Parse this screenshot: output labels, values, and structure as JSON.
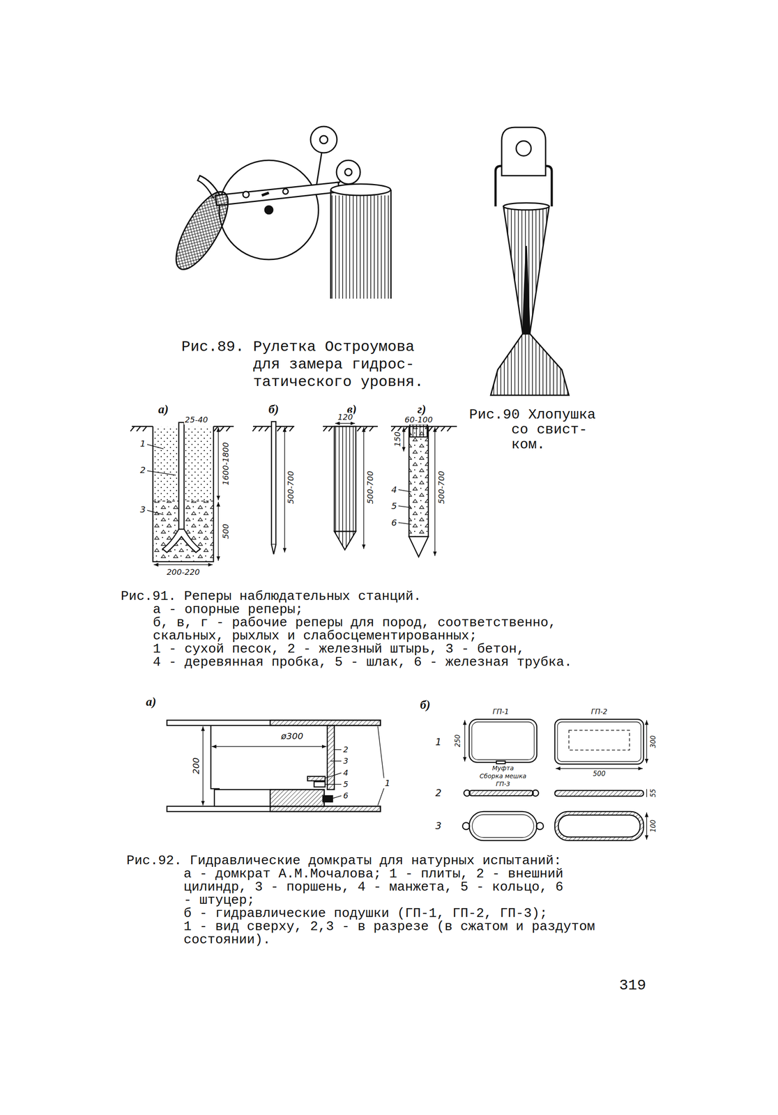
{
  "diagram": {
    "labels": [
      "Рис.89. Рулетка Остроумова для замера гидрос- татического уровня.",
      "Рис.90 Хлопушка со свист- ком.",
      "а)",
      "б)",
      "в)",
      "г)",
      "25-40",
      "1600-1800",
      "500",
      "1",
      "2",
      "3",
      "200-220",
      "500-700",
      "120",
      "500-700",
      "60-100",
      "150",
      "4",
      "5",
      "6",
      "500-700",
      "Рис.91. Реперы наблюдательных станций.",
      "а - опорные реперы;",
      "б, в, г - рабочие реперы для пород, соответственно, скальных, рыхлых и слабосцементированных;",
      "1 - сухой песок, 2 - железный штырь, 3 - бетон,",
      "4 - деревянная пробка, 5 - шлак, 6 - железная трубка.",
      "а)",
      "ø300",
      "200",
      "1",
      "2",
      "3",
      "4",
      "5",
      "6",
      "б)",
      "ГП-1",
      "ГП-2",
      "1",
      "250",
      "Муфта",
      "Сборка мешка",
      "ГП-3",
      "500",
      "300",
      "2",
      "55",
      "3",
      "100",
      "Рис.92. Гидравлические домкраты для натурных испытаний:",
      "а - домкрат А.М.Мочалова; 1 - плиты, 2 - внешний цилиндр, 3 - поршень, 4 - манжета, 5 - кольцо, 6 - штуцер;",
      "б - гидравлические подушки (ГП-1, ГП-2, ГП-3);",
      "1 - вид сверху, 2,3 - в разрезе (в сжатом и раздутом состоянии).",
      "319"
    ]
  }
}
